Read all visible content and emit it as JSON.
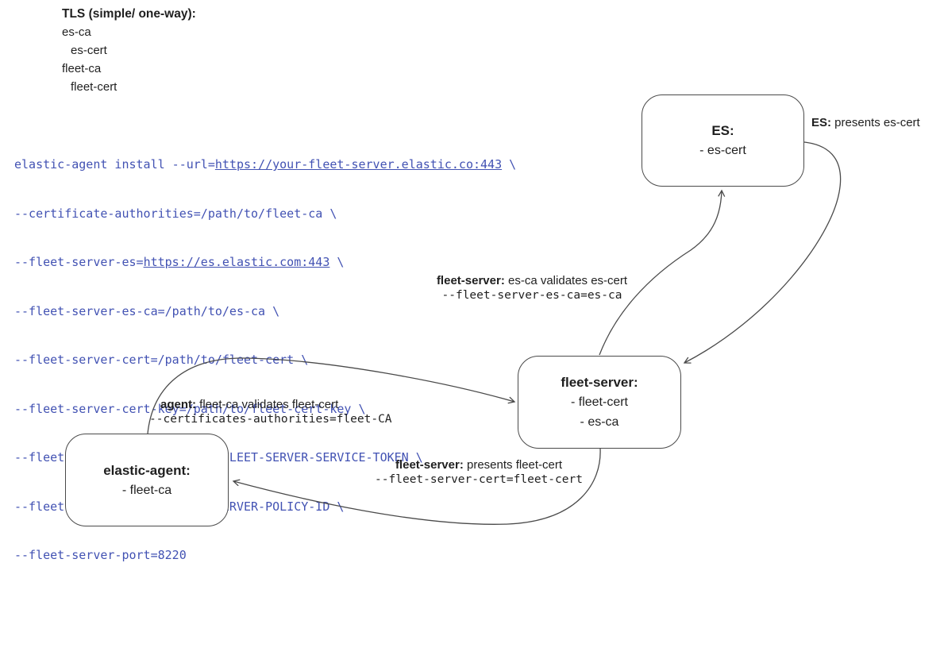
{
  "colors": {
    "background": "#ffffff",
    "code_text": "#4252b3",
    "diagram_stroke": "#4a4a4a",
    "text": "#1f1f1f"
  },
  "tls_list": {
    "heading": "TLS (simple/ one-way):",
    "items": [
      {
        "label": "es-ca"
      },
      {
        "label": "es-cert"
      },
      {
        "label": "fleet-ca"
      },
      {
        "label": "fleet-cert"
      }
    ]
  },
  "code_block": {
    "lines": [
      {
        "pre": "elastic-agent install --url=",
        "url": "https://your-fleet-server.elastic.co:443",
        "post": " \\"
      },
      {
        "pre": "--certificate-authorities=/path/to/fleet-ca \\"
      },
      {
        "pre": "--fleet-server-es=",
        "url": "https://es.elastic.com:443",
        "post": " \\"
      },
      {
        "pre": "--fleet-server-es-ca=/path/to/es-ca \\"
      },
      {
        "pre": "--fleet-server-cert=/path/to/fleet-cert \\"
      },
      {
        "pre": "--fleet-server-cert-key=/path/to/fleet-cert-key \\"
      },
      {
        "pre": "--fleet-server-service-token=FLEET-SERVER-SERVICE-TOKEN \\"
      },
      {
        "pre": "--fleet-server-policy=FLEET-SERVER-POLICY-ID \\"
      },
      {
        "pre": "--fleet-server-port=8220"
      }
    ]
  },
  "nodes": {
    "es": {
      "title": "ES:",
      "line1": "- es-cert"
    },
    "fleet_server": {
      "title": "fleet-server:",
      "line1": "- fleet-cert",
      "line2": "- es-ca"
    },
    "elastic_agent": {
      "title": "elastic-agent:",
      "line1": "- fleet-ca"
    }
  },
  "edge_labels": {
    "es_presents": {
      "bold": "ES:",
      "text": " presents es-cert"
    },
    "fleet_validates": {
      "bold": "fleet-server:",
      "text": " es-ca validates es-cert",
      "code": "--fleet-server-es-ca=es-ca"
    },
    "agent_validates": {
      "bold": "agent:",
      "text": " fleet-ca validates fleet-cert",
      "code": "--certificates-authorities=fleet-CA"
    },
    "fleet_presents": {
      "bold": "fleet-server:",
      "text": " presents fleet-cert",
      "code": "--fleet-server-cert=fleet-cert"
    }
  }
}
